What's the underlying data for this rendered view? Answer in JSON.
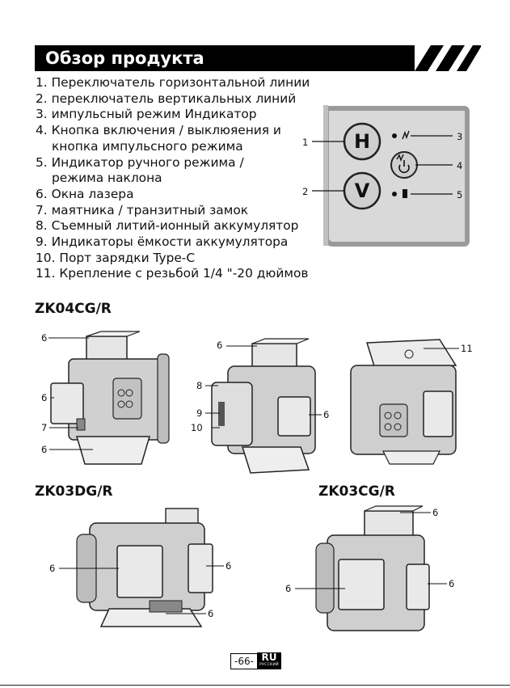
{
  "header": {
    "title": "Обзор продукта"
  },
  "features": [
    {
      "line1": "1. Переключатель горизонтальной линии",
      "line2": ""
    },
    {
      "line1": "2. переключатель вертикальных линий",
      "line2": ""
    },
    {
      "line1": "3. импульсный режим Индикатор",
      "line2": ""
    },
    {
      "line1": "4. Кнопка включения / выклюяения и",
      "line2": "кнопка импульсного режима"
    },
    {
      "line1": "5. Индикатор ручного режима /",
      "line2": "режима наклона"
    },
    {
      "line1": "6. Окна лазера",
      "line2": ""
    },
    {
      "line1": "7. маятника / транзитный замок",
      "line2": ""
    },
    {
      "line1": "8. Съемный литий-ионный аккумулятор",
      "line2": ""
    },
    {
      "line1": "9. Индикаторы ёмкости аккумулятора",
      "line2": ""
    },
    {
      "line1": "10. Порт зарядки Type-C",
      "line2": ""
    },
    {
      "line1": "11. Крепление с резьбой 1/4 \"-20 дюймов",
      "line2": ""
    }
  ],
  "panel": {
    "h_button": "H",
    "v_button": "V",
    "callouts": [
      "1",
      "2",
      "3",
      "4",
      "5"
    ],
    "icons": [
      "pulse-indicator-icon",
      "power-pulse-icon",
      "manual-tilt-indicator-icon"
    ]
  },
  "models": {
    "first": "ZK04CG/R",
    "second": "ZK03DG/R",
    "third": "ZK03CG/R"
  },
  "callouts": {
    "six": "6",
    "seven": "7",
    "eight": "8",
    "nine": "9",
    "ten": "10",
    "eleven": "11"
  },
  "footer": {
    "page": "-66-",
    "lang": "RU",
    "lang_sub": "РУССКИЙ"
  }
}
